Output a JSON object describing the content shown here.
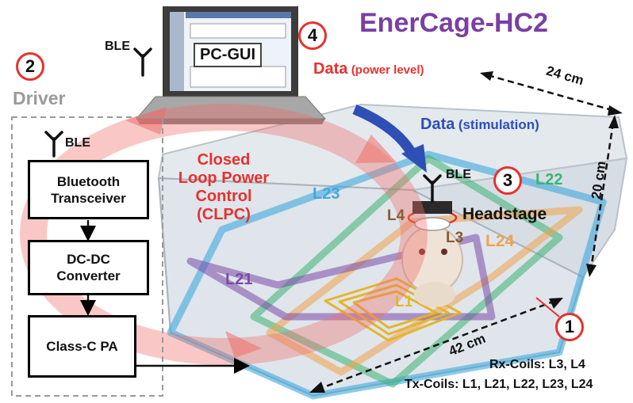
{
  "title": "EnerCage-HC2",
  "driver": {
    "label": "Driver",
    "ble": "BLE",
    "blocks": [
      "Bluetooth Transceiver",
      "DC-DC Converter",
      "Class-C PA"
    ]
  },
  "gui": {
    "label": "PC-GUI",
    "ble": "BLE"
  },
  "markers": [
    "1",
    "2",
    "3",
    "4"
  ],
  "data_power": {
    "main": "Data",
    "sub": "(power level)"
  },
  "data_stim": {
    "main": "Data",
    "sub": "(stimulation)"
  },
  "clpc": [
    "Closed",
    "Loop Power",
    "Control",
    "(CLPC)"
  ],
  "headstage": {
    "label": "Headstage",
    "ble": "BLE"
  },
  "coils": {
    "L1": "L1",
    "L3": "L3",
    "L4": "L4",
    "L21": "L21",
    "L22": "L22",
    "L23": "L23",
    "L24": "L24"
  },
  "dimensions": {
    "width": "24 cm",
    "height": "20 cm",
    "length": "42 cm"
  },
  "legend": {
    "rx": "Rx-Coils: L3, L4",
    "tx": "Tx-Coils: L1, L21, L22, L23, L24"
  },
  "colors": {
    "title": "#7b3fa3",
    "red": "#e8312d",
    "blue": "#2e4fb5",
    "l1": "#e5b52a",
    "l21": "#7a4aa8",
    "l22": "#3cb371",
    "l23": "#3fa9dc",
    "l24": "#f0a24a",
    "brown": "#8a5a2e"
  }
}
